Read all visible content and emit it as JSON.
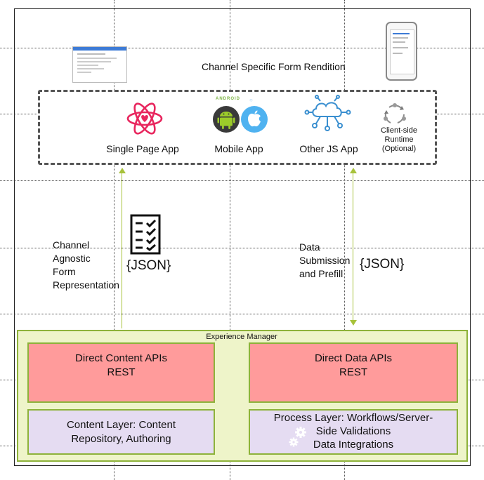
{
  "channel": {
    "title": "Channel Specific Form Rendition",
    "items": [
      {
        "label": "Single Page App",
        "icon": "react-atom-icon"
      },
      {
        "label": "Mobile App",
        "icon": "android-apple-icon"
      },
      {
        "label": "Other JS App",
        "icon": "cloud-network-icon"
      },
      {
        "label_lines": [
          "Client-side",
          "Runtime",
          "(Optional)"
        ],
        "icon": "cycle-arrows-icon"
      }
    ],
    "android_badge": "ANDROID"
  },
  "left_flow": {
    "label_lines": [
      "Channel",
      "Agnostic",
      "Form",
      "Representation"
    ],
    "json_label": "{JSON}",
    "icon": "checklist-icon"
  },
  "right_flow": {
    "label_lines": [
      "Data",
      "Submission",
      "and Prefill"
    ],
    "json_label": "{JSON}"
  },
  "experience_manager": {
    "title": "Experience Manager",
    "direct_content": {
      "line1": "Direct Content APIs",
      "line2": "REST"
    },
    "direct_data": {
      "line1": "Direct Data APIs",
      "line2": "REST"
    },
    "content_layer": {
      "line1": "Content Layer: Content",
      "line2": "Repository, Authoring"
    },
    "process_layer": {
      "line1": "Process Layer: Workflows/Server-",
      "line2": "Side Validations",
      "line3": "Data Integrations",
      "icon": "gears-icon"
    }
  },
  "colors": {
    "api_box": "#ff9b9b",
    "layer_box": "#e5dcf2",
    "am_container": "#eef4c9",
    "green_border": "#8db23a",
    "react": "#e8265e",
    "cloud": "#3a8fd0"
  }
}
